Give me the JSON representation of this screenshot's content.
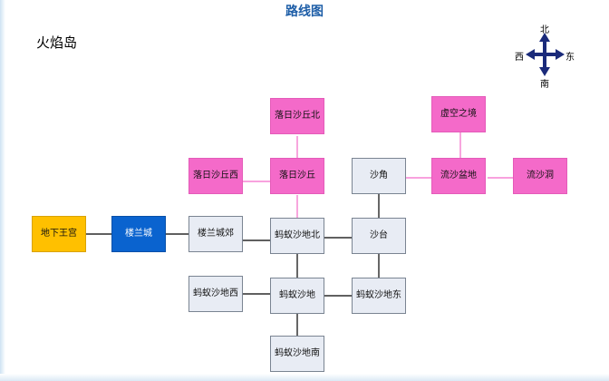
{
  "title": "路线图",
  "subtitle": "火焰岛",
  "compass": {
    "north": "北",
    "south": "南",
    "west": "西",
    "east": "东"
  },
  "colors": {
    "title": "#1f5fa8",
    "pink": "#f46ac9",
    "grey": "#e8ecf4",
    "yellow": "#ffc000",
    "blue": "#0a63cf",
    "compass": "#1a2a7a"
  },
  "nodes": [
    {
      "id": "dixia-wanggong",
      "label": "地下王宫",
      "color": "yellow"
    },
    {
      "id": "loulan-cheng",
      "label": "楼兰城",
      "color": "blue"
    },
    {
      "id": "loulan-chengjiao",
      "label": "楼兰城郊",
      "color": "grey"
    },
    {
      "id": "mayi-shadi-bei",
      "label": "蚂蚁沙地北",
      "color": "grey"
    },
    {
      "id": "shatai",
      "label": "沙台",
      "color": "grey"
    },
    {
      "id": "shajiao",
      "label": "沙角",
      "color": "grey"
    },
    {
      "id": "liusha-pendi",
      "label": "流沙盆地",
      "color": "pink"
    },
    {
      "id": "liusha-dong",
      "label": "流沙洞",
      "color": "pink"
    },
    {
      "id": "xukong-zhijing",
      "label": "虚空之境",
      "color": "pink"
    },
    {
      "id": "luori-shaqiu",
      "label": "落日沙丘",
      "color": "pink"
    },
    {
      "id": "luori-shaqiu-xi",
      "label": "落日沙丘西",
      "color": "pink"
    },
    {
      "id": "luori-shaqiu-bei",
      "label": "落日沙丘北",
      "color": "pink"
    },
    {
      "id": "mayi-shadi-xi",
      "label": "蚂蚁沙地西",
      "color": "grey"
    },
    {
      "id": "mayi-shadi",
      "label": "蚂蚁沙地",
      "color": "grey"
    },
    {
      "id": "mayi-shadi-dong",
      "label": "蚂蚁沙地东",
      "color": "grey"
    },
    {
      "id": "mayi-shadi-nan",
      "label": "蚂蚁沙地南",
      "color": "grey"
    }
  ]
}
